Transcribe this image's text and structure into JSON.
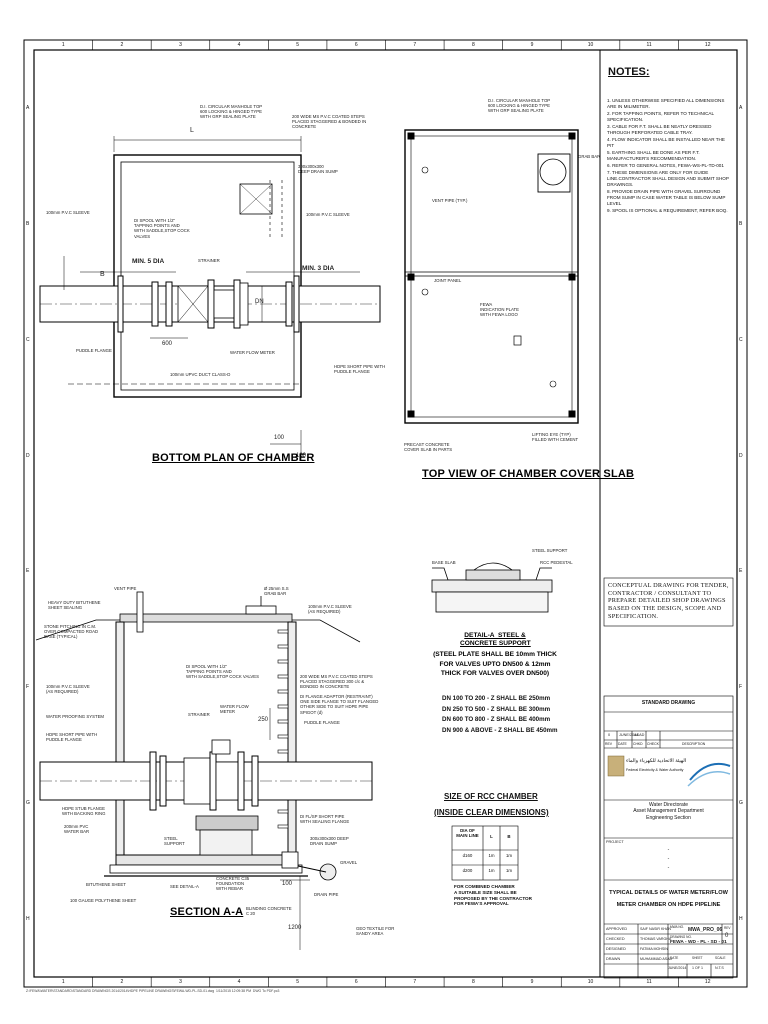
{
  "grid": {
    "cols": [
      "1",
      "2",
      "3",
      "4",
      "5",
      "6",
      "7",
      "8",
      "9",
      "10",
      "11",
      "12"
    ],
    "rows": [
      "A",
      "B",
      "C",
      "D",
      "E",
      "F",
      "G",
      "H"
    ]
  },
  "notes": {
    "heading": "NOTES:",
    "items": [
      "1.  UNLESS OTHERWISE SPECIFIED ALL DIMENSIONS ARE IN MILIMETER.",
      "2.  FOR TAPPING POINTS, REFER TO TECHNICAL SPECIFICATION.",
      "3.  CABLE FOR F.T. SHALL BE NEATLY DRESSED THROUGH PERFORATED CABLE TRAY.",
      "4.  FLOW INDICATOR SHALL BE INSTALLED NEAR THE PIT",
      "5.  EARTHING SHALL BE DONE AS PER F.T. MANUFACTURER'S RECOMMENDATION.",
      "6.  REFER TO GENERAL NOTES, FEWA-WS-PL-TD-001",
      "7.  THESE DIMENSIONS ARE ONLY FOR GUIDE LINE.CONTRACTOR SHALL DESIGN AND SUBMIT SHOP DRAWINGS.",
      "8.  PROVIDE DRAIN PIPE WITH GRAVEL SURROUND FROM SUMP IN CASE WATER TABLE IS BELOW SUMP LEVEL",
      "9.  SPOOL IS OPTIONAL & REQUIREMENT, REFER BOQ."
    ]
  },
  "conceptual_note": "CONCEPTUAL DRAWING FOR TENDER, CONTRACTOR / CONSULTANT TO PREPARE DETAILED SHOP DRAWINGS BASED ON THE DESIGN, SCOPE AND SPECIFICATION.",
  "bottom_plan": {
    "title": "BOTTOM PLAN OF CHAMBER",
    "labels": {
      "manhole": "D.I. CIRCULAR MANHOLE TOP\n600 LOCKING & HINGED TYPE\nWITH GRP SEALING PLATE",
      "steps": "200 WIDE MS P.V.C COATED STEPS\nPLACED STAGGERED & BONDED IN\nCONCRETE",
      "sump": "300x300x300\nDEEP DRAIN SUMP",
      "sleeve_left": "100mm P.V.C SLEEVE",
      "sleeve_right": "100mm P.V.C SLEEVE",
      "spool": "DI SPOOL WITH 1/2\"\nTAPPING POINTS AND\nWITH SADDLE,STOP COCK\nVALVES",
      "min5": "MIN. 5 DIA",
      "min3": "MIN. 3 DIA",
      "strainer": "STRAINER",
      "puddle": "PUDDLE FLANGE",
      "dim600": "600",
      "meter": "WATER FLOW METER",
      "dn": "DN",
      "hdpe": "HDPE SHORT PIPE WITH\nPUDDLE FLANGE",
      "duct": "100mm UPVC DUCT CLASS-D",
      "L": "L",
      "B": "B",
      "dim100a": "100",
      "dim100b": "100"
    }
  },
  "top_view": {
    "title": "TOP VIEW OF CHAMBER COVER SLAB",
    "labels": {
      "manhole": "D.I. CIRCULAR MANHOLE TOP\n600 LOCKING & HINGED TYPE\nWITH GRP SEALING PLATE",
      "grab": "GRAB BAR",
      "vent": "VENT PIPE (TYP.)",
      "joint": "JOINT PANEL",
      "fewa": "FEWA\nINDICATION PLATE\nWITH FEWA LOGO",
      "precast": "PRECAST CONCRETE\nCOVER SLAB IN PARTS",
      "lifting": "LIFTING EYE (TYP)\nFILLED WITH CEMENT"
    }
  },
  "section": {
    "title": "SECTION A-A",
    "labels": {
      "vent": "VENT PIPE",
      "heavy": "HEAVY DUTY BITUTHENE\nSHEET SEALING",
      "stone": "STONE PITCHING IN C.M.\nOVER COMPACTED ROAD\nBASE (TYPICAL)",
      "grab": "Ø 25mm S.S\nGRAB BAR",
      "sleeve_right": "100mm P.V.C SLEEVE\n(AS REQUIRED)",
      "spool": "DI SPOOL WITH 1/2\"\nTAPPING POINTS AND\nWITH SADDLE,STOP COCK VALVES",
      "sleeve_left": "100mm P.V.C SLEEVE\n(AS REQUIRED)",
      "steps": "200 WIDE MS P.V.C COATED STEPS\nPLACED STAGGERED 300 c/c &\nBONDED IN CONCRETE",
      "flange_adaptor": "DI FLANGE ADAPTOR (RESTRAINT)\nONE SIDE FLANGE TO SUIT FLANGED\nOTHER SIDE TO SUIT HDPE PIPE\nSPIGOT (d)",
      "waterproof": "WATER PROOFING SYSTEM",
      "strainer": "STRAINER",
      "meter": "WATER FLOW\nMETER",
      "hdpe_short": "HDPE SHORT PIPE WITH\nPUDDLE FLANGE",
      "puddle": "PUDDLE FLANGE",
      "hdpe_stub": "HDPE STUB FLANGE\nWITH BACKING RING",
      "pvc_bar": "200mm PVC\nWATER BAR",
      "di_flsp": "DI FL/SP SHORT PIPE\nWITH SEALING FLANGE",
      "sump": "300x300x300 DEEP\nDRAIN SUMP",
      "steel": "STEEL\nSUPPORT",
      "gravel": "GRAVEL",
      "bitu": "BITUTHENE SHEET",
      "poly": "100 GAUGE POLYTHENE SHEET",
      "see_detail": "SEE DETAIL-A",
      "concrete": "CONCRETE C35\nFOUNDATION\nWITH REBAR",
      "blinding": "BLINDING CONCRETE\nC 20",
      "drain": "DRAIN PIPE",
      "geo": "GEO TEXTILE FOR\nSANDY AREA",
      "dim250": "250",
      "dim100": "100",
      "dim1200": "1200"
    }
  },
  "detail_a": {
    "title": "DETAIL-A  STEEL &\nCONCRETE SUPPORT",
    "steel_support": "STEEL SUPPORT",
    "base_slab": "BASE SLAB",
    "rcc": "RCC PEDESTAL",
    "spec": "(STEEL PLATE SHALL BE 10mm THICK\nFOR VALVES UPTO DN500 & 12mm\nTHICK FOR VALVES OVER DN500)",
    "sizes": [
      "DN 100 TO 200 - Z SHALL BE 250mm",
      "DN 250 TO 500 - Z SHALL BE 300mm",
      "DN 600 TO 800 - Z SHALL BE 400mm",
      "DN 900 & ABOVE - Z SHALL BE 450mm"
    ]
  },
  "rcc_table": {
    "title": "SIZE OF RCC CHAMBER",
    "subtitle": "(INSIDE CLEAR DIMENSIONS)",
    "headers": [
      "DIA OF\nMAIN LINE",
      "L",
      "B"
    ],
    "rows": [
      [
        "d160",
        "1m",
        "1m"
      ],
      [
        "d200",
        "1m",
        "1m"
      ]
    ],
    "footnote": "FOR COMBINED CHAMBER\nA SUITABLE SIZE SHALL BE\nPROPOSED BY THE CONTRACTOR\nFOR FEWA'S APPROVAL"
  },
  "title_block": {
    "standard": "STANDARD DRAWING",
    "rev_no": "0",
    "rev_date": "JUNE/2014",
    "rev_id": "ASAD",
    "rev_headers": [
      "REV",
      "DATE",
      "CHKD",
      "CHECK",
      "DESCRIPTION"
    ],
    "arabic": "الهيئة الاتحادية للكهرباء والماء",
    "authority": "Federal Electricity & Water Authority",
    "dept": "Water Directorate\nAsset Management Department\nEngineering Section",
    "project_label": "PROJECT",
    "project_dots": "-\n-\n-",
    "drawing_title": "TYPICAL DETAILS OF WATER METER/FLOW\nMETER CHAMBER ON HDPE PIPELINE",
    "approved_label": "APPROVED",
    "approved_name": "SAIF NASIR KHAN",
    "checked_label": "CHECKED",
    "checked_name": "THOMAS VARGHA",
    "designed_label": "DESIGNED",
    "designed_name": "FATIMA MOHSIN",
    "drawn_label": "DRAWN",
    "drawn_name": "MUHAMMAD ASAD",
    "cad_label": "MWA NO.",
    "cad_no": "MWA_PRO_06",
    "dwg_label": "DRAWING NO.",
    "dwg_no": "FEWA - WD - PL - SD - 01",
    "rev_label": "REV",
    "rev_val": "0",
    "date_label": "DATE",
    "date_val": "JUNE/2014",
    "sheet_label": "SHEET",
    "sheet_val": "1 OF 1",
    "scale_label": "SCALE",
    "scale_val": "N.T.S"
  },
  "footer_path": "Z:\\FEWA\\WATER\\STANDARD\\STANDARD DRAWINGS 2014\\2014\\HDPE PIPELINE DRAWINGS\\FEWA-WD-PL-SD-01.dwg  1/11/2015 12:09:38 PM  DWG To PDF.pc3"
}
